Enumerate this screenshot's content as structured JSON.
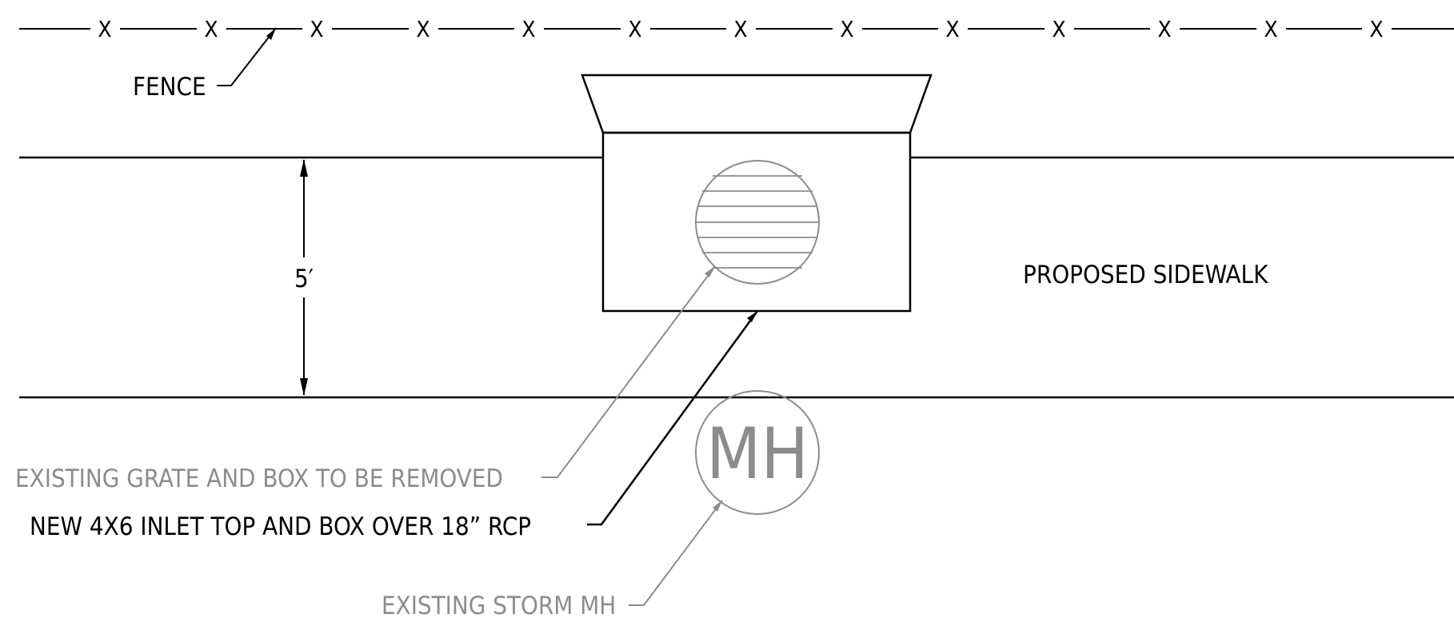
{
  "labels": {
    "fence": "FENCE",
    "fence_marker": "X",
    "dimension": "5′",
    "proposed_sidewalk": "PROPOSED SIDEWALK",
    "existing_grate": "EXISTING GRATE AND BOX TO BE REMOVED",
    "new_inlet": "NEW 4X6 INLET TOP AND BOX OVER 18” RCP",
    "existing_storm_mh": "EXISTING STORM MH",
    "manhole_tag": "MH"
  },
  "colors": {
    "new_work": "#000000",
    "existing": "#8c8c8c",
    "background": "#ffffff"
  }
}
